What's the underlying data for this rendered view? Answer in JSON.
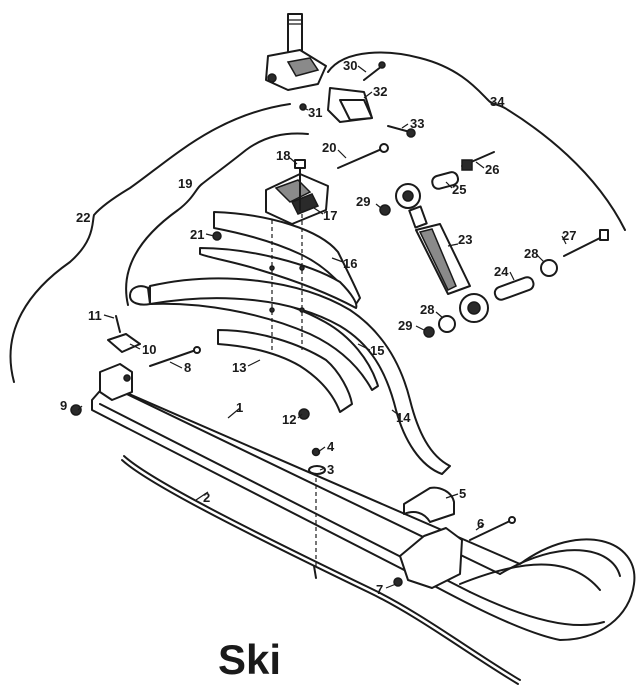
{
  "title": "Ski",
  "callouts": [
    "1",
    "2",
    "3",
    "4",
    "5",
    "6",
    "7",
    "8",
    "9",
    "10",
    "11",
    "12",
    "13",
    "14",
    "15",
    "16",
    "17",
    "18",
    "19",
    "20",
    "21",
    "22",
    "23",
    "24",
    "25",
    "26",
    "27",
    "28",
    "28",
    "29",
    "29",
    "30",
    "31",
    "32",
    "33",
    "34"
  ]
}
